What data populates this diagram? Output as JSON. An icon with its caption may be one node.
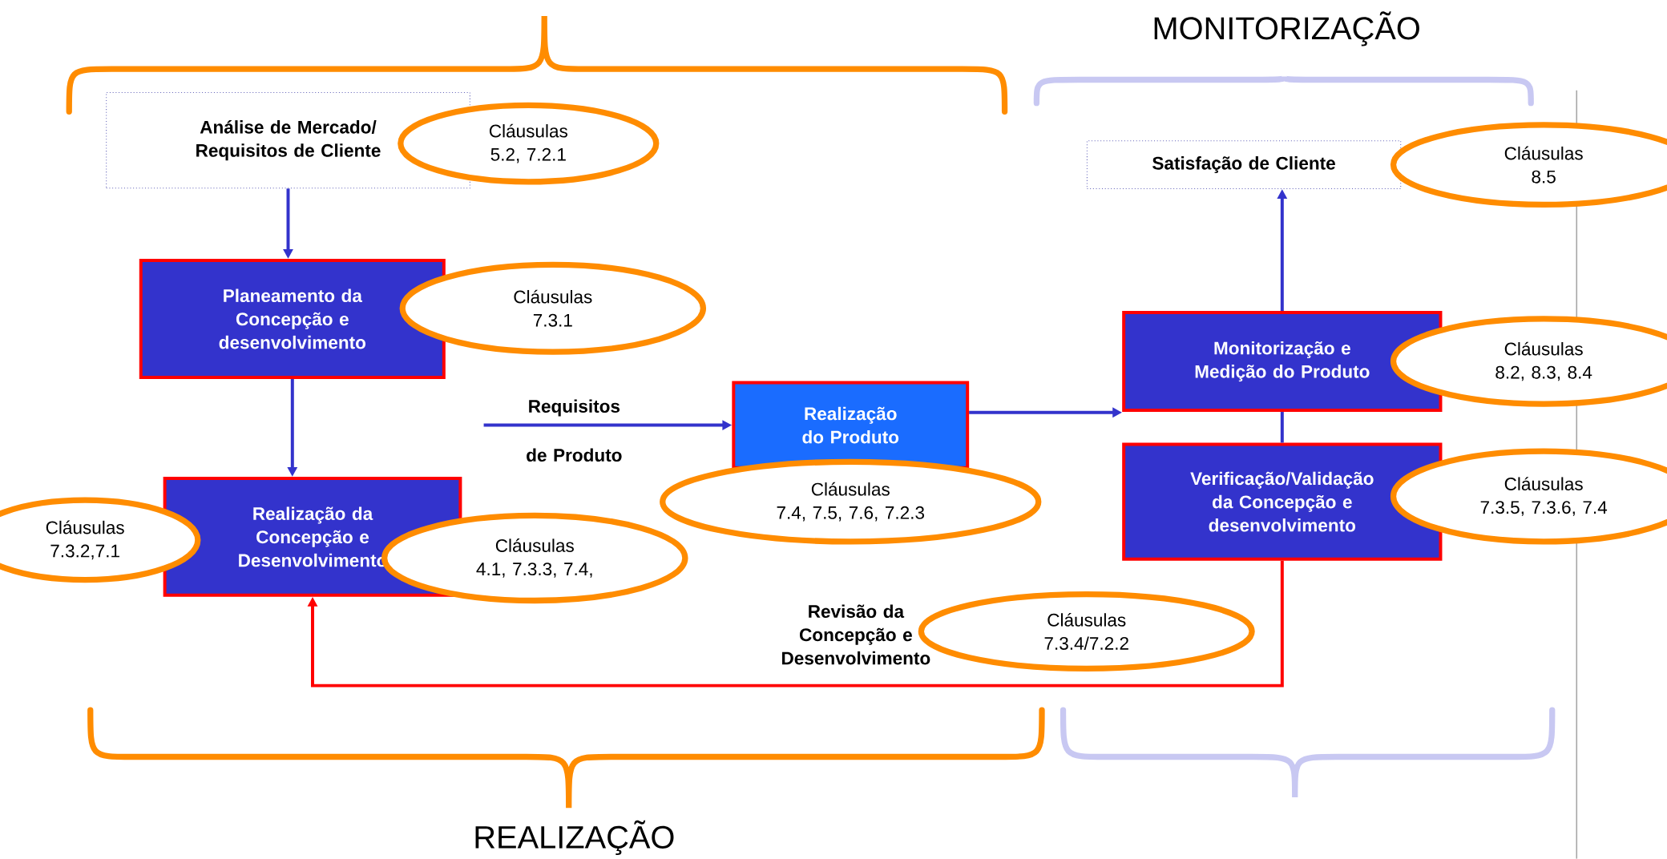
{
  "diagram": {
    "nodes": [
      {
        "text": [
          "Análise de Mercado/ Requisitos de Cliente"
        ]
      },
      {
        "text": [
          "Cláusulas",
          "5.2, 7.2.1"
        ]
      },
      {
        "text": [
          "Planeamento da Concepção e desenvolvimento"
        ]
      },
      {
        "text": [
          "Cláusulas",
          "7.3.1"
        ]
      },
      {
        "text": [
          "Realização da Concepção e Desenvolvimento"
        ]
      },
      {
        "text": [
          "Cláusulas",
          "7.3.2,7.1"
        ]
      },
      {
        "text": [
          "Cláusulas",
          "4.1, 7.3.3, 7.4,"
        ]
      },
      {
        "text": [
          "Realização do Produto"
        ]
      },
      {
        "text": [
          "Cláusulas",
          "7.4, 7.5, 7.6, 7.2.3"
        ]
      },
      {
        "text": [
          "Satisfação de Cliente"
        ]
      },
      {
        "text": [
          "Cláusulas",
          "8.5"
        ]
      },
      {
        "text": [
          "Monitorização e Medição do Produto"
        ]
      },
      {
        "text": [
          "Cláusulas",
          "8.2, 8.3, 8.4"
        ]
      },
      {
        "text": [
          "Verificação/Validação da Concepção e desenvolvimento"
        ]
      },
      {
        "text": [
          "Cláusulas",
          "7.3.5, 7.3.6, 7.4"
        ]
      },
      {
        "text": [
          "Cláusulas",
          "7.3.4/7.2.2"
        ]
      }
    ],
    "edges": [
      {
        "from": 0,
        "to": 2,
        "arrow": "to"
      },
      {
        "from": 2,
        "to": 4,
        "arrow": "to"
      },
      {
        "from": null,
        "to": 7,
        "arrow": "to",
        "label": "Requisitos de Produto"
      },
      {
        "from": 7,
        "to": 11,
        "arrow": "to"
      },
      {
        "from": 11,
        "to": 9,
        "arrow": "to"
      },
      {
        "from": 13,
        "to": 11,
        "arrow": "none"
      },
      {
        "from": 13,
        "to": 4,
        "arrow": "to",
        "color": "#ff0000",
        "label": "Revisão da Concepção e Desenvolvimento"
      }
    ],
    "labels": [
      "MONITORIZAÇÃO",
      "REALIZAÇÃO"
    ]
  }
}
